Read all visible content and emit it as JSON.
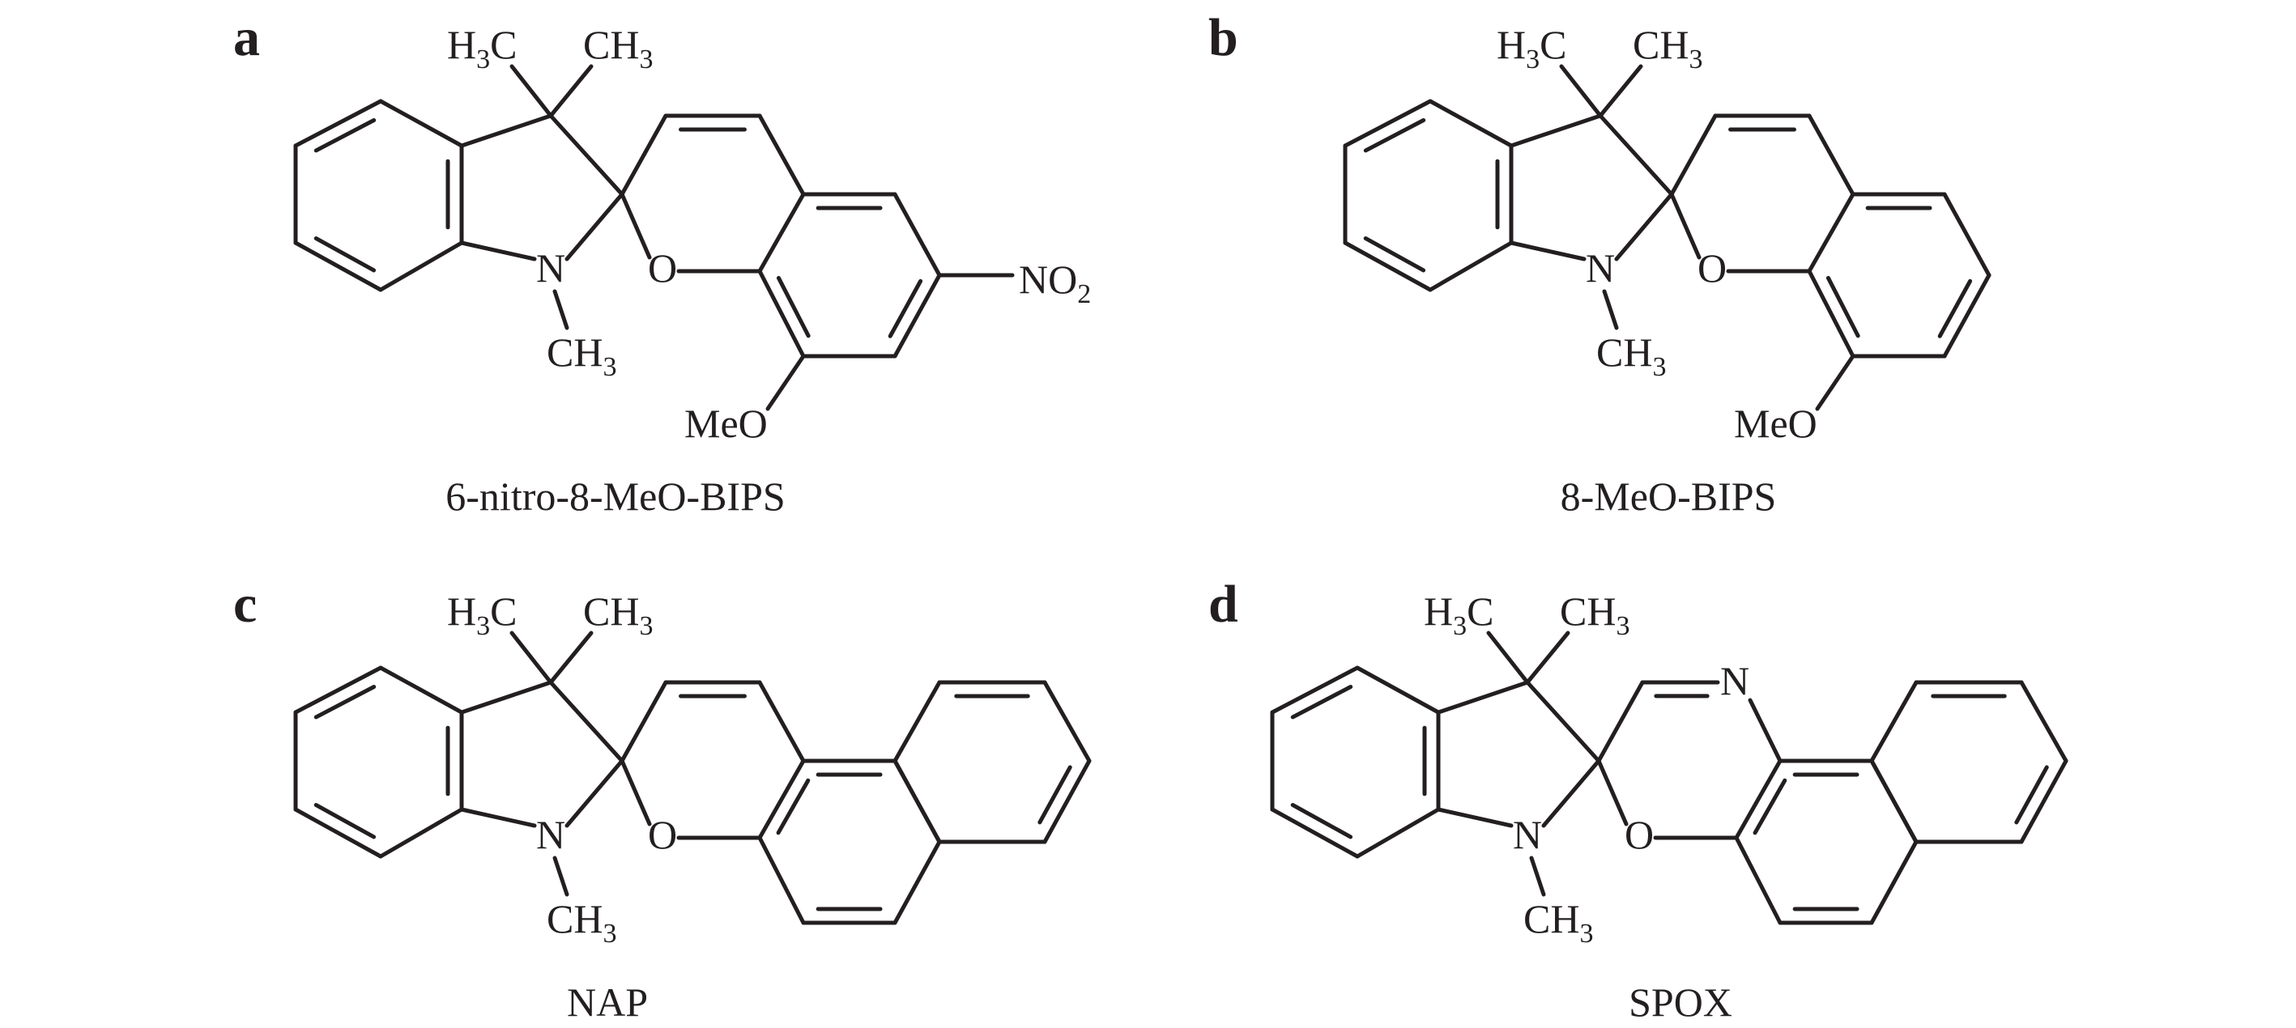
{
  "panels": [
    {
      "letter": "a",
      "name": "6-nitro-8-MeO-BIPS"
    },
    {
      "letter": "b",
      "name": "8-MeO-BIPS"
    },
    {
      "letter": "c",
      "name": "NAP"
    },
    {
      "letter": "d",
      "name": "SPOX"
    }
  ],
  "atoms": {
    "h3c_main": "H",
    "h3c_sub": "3",
    "h3c_tail": "C",
    "ch3_main": "CH",
    "ch3_sub": "3",
    "n": "N",
    "o": "O",
    "meo": "MeO",
    "no2_main": "NO",
    "no2_sub": "2"
  }
}
